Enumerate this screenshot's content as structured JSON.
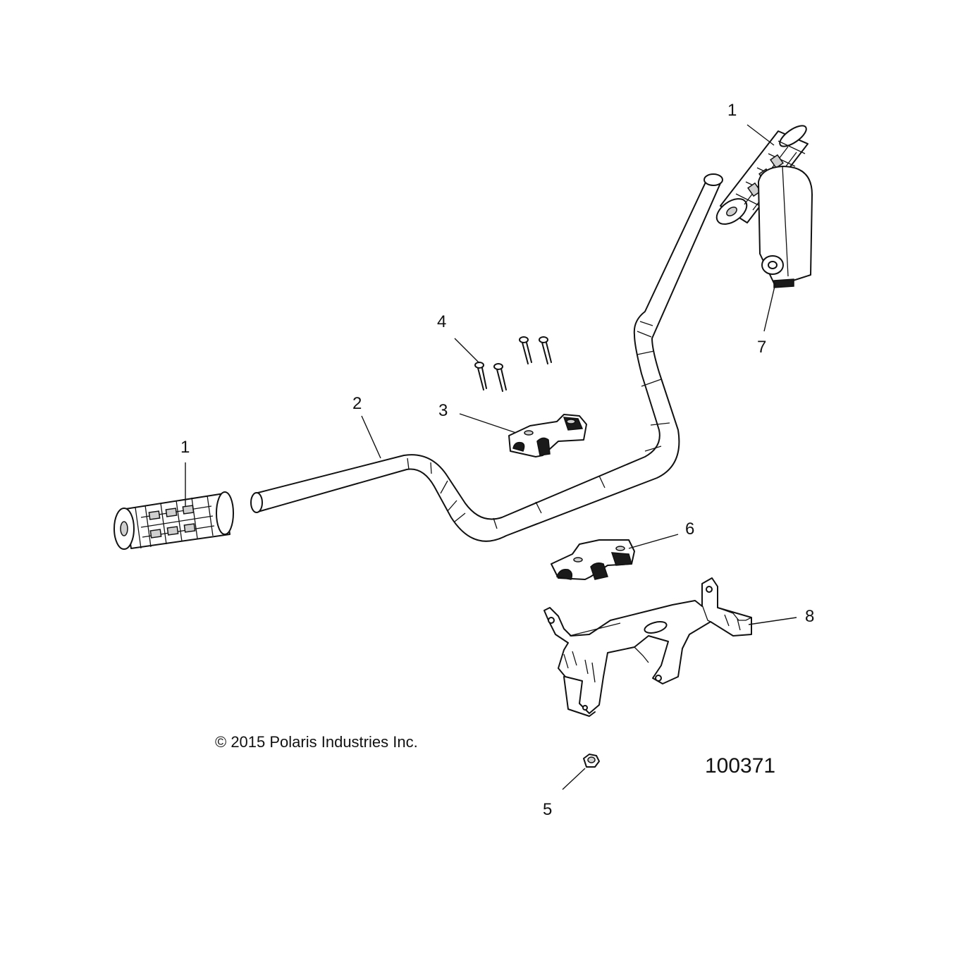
{
  "callouts": [
    {
      "id": "grip-right",
      "label": "1"
    },
    {
      "id": "grip-left",
      "label": "1"
    },
    {
      "id": "handlebar",
      "label": "2"
    },
    {
      "id": "upper-clamp",
      "label": "3"
    },
    {
      "id": "screws",
      "label": "4"
    },
    {
      "id": "nut",
      "label": "5"
    },
    {
      "id": "lower-clamp",
      "label": "6"
    },
    {
      "id": "switch-housing",
      "label": "7"
    },
    {
      "id": "mount-bracket",
      "label": "8"
    }
  ],
  "copyright": "© 2015 Polaris Industries Inc.",
  "figure_number": "100371"
}
